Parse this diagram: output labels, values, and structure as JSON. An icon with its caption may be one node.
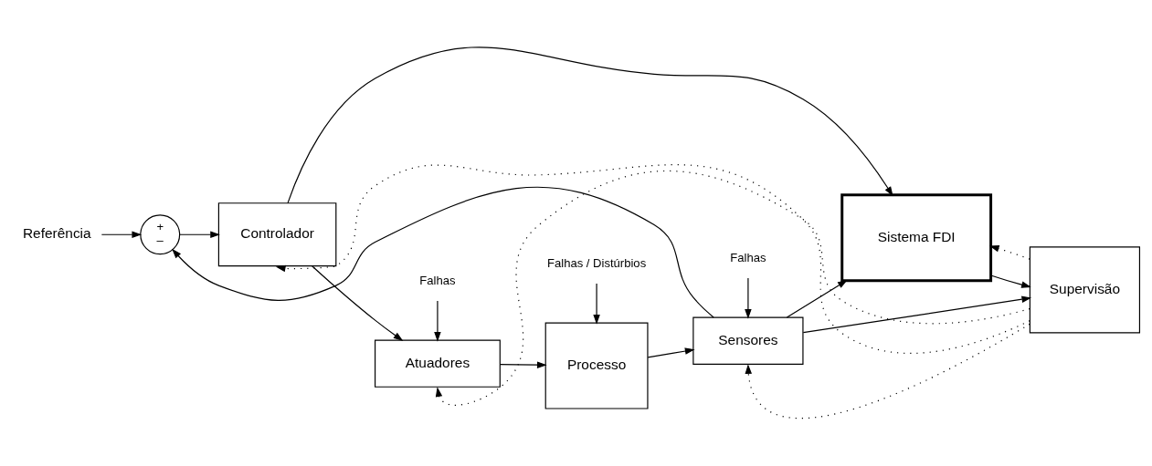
{
  "diagram": {
    "nodes": [
      {
        "text": [
          "Referência"
        ]
      },
      {
        "text": [
          "+",
          "–"
        ]
      },
      {
        "text": [
          "Controlador"
        ]
      },
      {
        "text": [
          "Atuadores"
        ]
      },
      {
        "text": [
          "Processo"
        ]
      },
      {
        "text": [
          "Sensores"
        ]
      },
      {
        "text": [
          "Sistema FDI"
        ]
      },
      {
        "text": [
          "Supervisão"
        ]
      },
      {
        "text": [
          "Falhas"
        ]
      },
      {
        "text": [
          "Falhas / Distúrbios"
        ]
      },
      {
        "text": [
          "Falhas"
        ]
      }
    ],
    "edges": [
      {
        "from": 0,
        "to": 1,
        "arrow": "to"
      },
      {
        "from": 1,
        "to": 2,
        "arrow": "to"
      },
      {
        "from": 2,
        "to": 3,
        "arrow": "to"
      },
      {
        "from": 2,
        "to": 6,
        "arrow": "to"
      },
      {
        "from": 3,
        "to": 4,
        "arrow": "to"
      },
      {
        "from": 4,
        "to": 5,
        "arrow": "to"
      },
      {
        "from": 5,
        "to": 7,
        "arrow": "to"
      },
      {
        "from": 5,
        "to": 6,
        "arrow": "to"
      },
      {
        "from": 5,
        "to": 1,
        "arrow": "to"
      },
      {
        "from": 6,
        "to": 7,
        "arrow": "to"
      },
      {
        "from": 8,
        "to": 3,
        "arrow": "to"
      },
      {
        "from": 9,
        "to": 4,
        "arrow": "to"
      },
      {
        "from": 10,
        "to": 5,
        "arrow": "to"
      },
      {
        "from": 7,
        "to": 6,
        "arrow": "to",
        "style": "dashed"
      },
      {
        "from": 7,
        "to": 2,
        "arrow": "to",
        "style": "dashed"
      },
      {
        "from": 7,
        "to": 3,
        "arrow": "to",
        "style": "dashed"
      },
      {
        "from": 7,
        "to": 5,
        "arrow": "to",
        "style": "dashed"
      }
    ]
  }
}
